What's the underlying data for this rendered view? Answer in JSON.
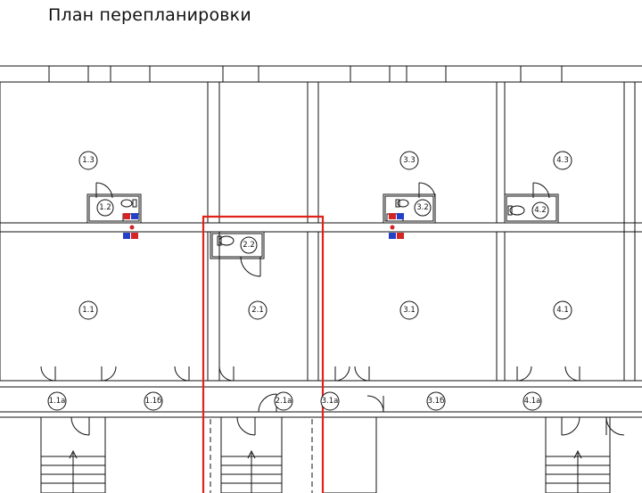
{
  "title": "План перепланировки",
  "colors": {
    "wall": "#111111",
    "highlight": "#e0241b",
    "pipe_red": "#d42424",
    "pipe_blue": "#2340c8"
  },
  "rooms": {
    "r1_3": "1.3",
    "r1_2": "1.2",
    "r1_1": "1.1",
    "r1_1a": "1.1а",
    "r1_1b": "1.1б",
    "r2_2": "2.2",
    "r2_1": "2.1",
    "r2_1a": "2.1а",
    "r3_3": "3.3",
    "r3_2": "3.2",
    "r3_1": "3.1",
    "r3_1a": "3.1а",
    "r3_1b": "3.1б",
    "r4_3": "4.3",
    "r4_2": "4.2",
    "r4_1": "4.1",
    "r4_1a": "4.1а"
  }
}
